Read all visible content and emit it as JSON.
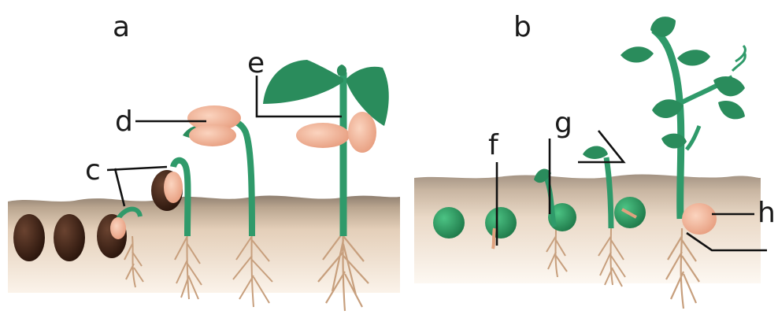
{
  "panels": [
    {
      "id": "a",
      "title": "a"
    },
    {
      "id": "b",
      "title": "b"
    }
  ],
  "labels": {
    "c": "c",
    "d": "d",
    "e": "e",
    "f": "f",
    "g": "g",
    "h": "h"
  },
  "colors": {
    "soil_top": "#9a8a78",
    "soil_mid": "#e3cdb6",
    "soil_bottom": "#f6eadc",
    "bean_seed": "#3b2215",
    "cotyledon": "#f2b79a",
    "stem": "#2f9a6a",
    "leaf": "#2a8c5c",
    "pea_seed": "#2e9960",
    "root": "#c9a07a"
  }
}
